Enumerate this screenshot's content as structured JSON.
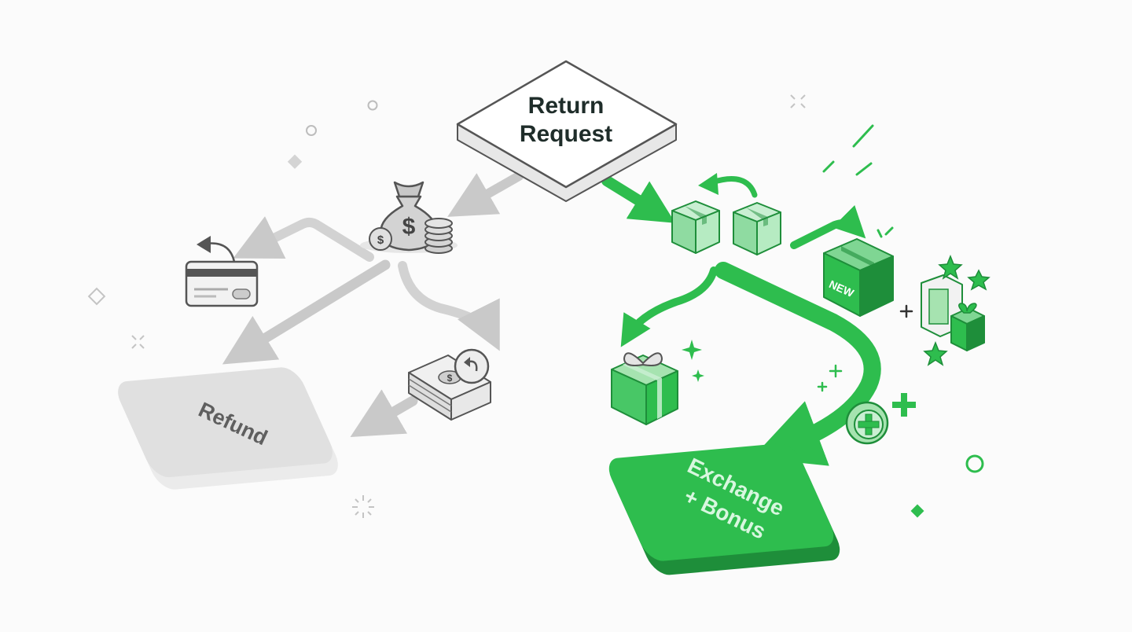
{
  "nodes": {
    "return_request": {
      "line1": "Return",
      "line2": "Request"
    },
    "refund": {
      "label": "Refund"
    },
    "exchange": {
      "line1": "Exchange",
      "line2": "+ Bonus"
    },
    "new_box_tag": "NEW"
  },
  "colors": {
    "background": "#fbfbfb",
    "accent_green": "#2ebd4e",
    "dark_green": "#1e8e3a",
    "light_green": "#a6e3b0",
    "gray_path": "#cfcfcf",
    "gray_dark": "#555555",
    "refund_block": "#e3e3e3",
    "text_dark": "#1f2d2a"
  },
  "icons": [
    "money-bag-icon",
    "coin-stack-icon",
    "credit-card-return-icon",
    "cash-return-icon",
    "box-swap-icon",
    "new-box-icon",
    "gift-box-icon",
    "bonus-gifts-icon",
    "plus-circle-icon",
    "sparkle-icon"
  ]
}
